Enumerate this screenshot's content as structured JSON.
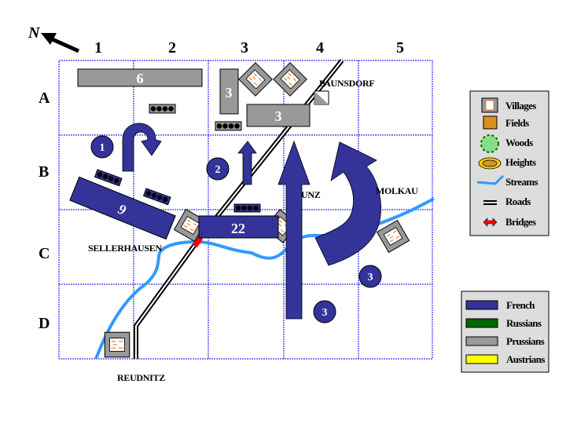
{
  "north_label": "N",
  "columns": [
    "1",
    "2",
    "3",
    "4",
    "5"
  ],
  "rows": [
    "A",
    "B",
    "C",
    "D"
  ],
  "places": {
    "paunsdorf": "PAUNSDORF",
    "unz": "UNZ",
    "molkau": "MOLKAU",
    "sellerhausen": "SELLERHAUSEN",
    "reudnitz": "REUDNITZ"
  },
  "units": {
    "prussian_6": "6",
    "prussian_3_vertical": "3",
    "prussian_3_horizontal": "3",
    "french_9": "9",
    "french_22": "22"
  },
  "moves": {
    "circle_1": "1",
    "circle_2": "2",
    "circle_3_right": "3",
    "circle_3_bottom": "3"
  },
  "legend_terrain": [
    {
      "icon": "village-icon",
      "label": "Villages"
    },
    {
      "icon": "fields-icon",
      "label": "Fields"
    },
    {
      "icon": "woods-icon",
      "label": "Woods"
    },
    {
      "icon": "heights-icon",
      "label": "Heights"
    },
    {
      "icon": "stream-icon",
      "label": "Streams"
    },
    {
      "icon": "road-icon",
      "label": "Roads"
    },
    {
      "icon": "bridge-icon",
      "label": "Bridges"
    }
  ],
  "legend_armies": [
    {
      "label": "French",
      "color": "#333399"
    },
    {
      "label": "Russians",
      "color": "#006600"
    },
    {
      "label": "Prussians",
      "color": "#999999"
    },
    {
      "label": "Austrians",
      "color": "#ffff00"
    }
  ],
  "colors": {
    "french": "#333399",
    "prussian": "#999999",
    "stream": "#3399ff",
    "grid": "#0000ff",
    "bridge": "#ff0000"
  }
}
